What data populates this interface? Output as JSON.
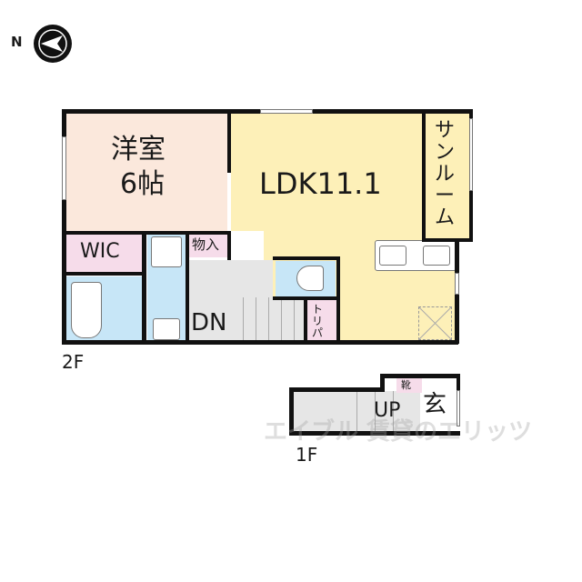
{
  "compass": {
    "label": "N",
    "icon": "north-arrow-icon"
  },
  "floor2": {
    "floor_label": "2F",
    "rooms": {
      "western_room": {
        "name": "洋室",
        "size": "6帖",
        "color": "#fbe8dc"
      },
      "ldk": {
        "name": "LDK11.1",
        "color": "#fdf0b8"
      },
      "sunroom": {
        "name": "サンルーム",
        "color": "#fdf0b8"
      },
      "wic": {
        "name": "WIC",
        "color": "#f6dcea"
      },
      "storage": {
        "name": "物入",
        "color": "#f6dcea"
      },
      "toilet_closet": {
        "name": "トリパ",
        "color": "#f6dcea"
      },
      "bath": {
        "color": "#c7e6f7"
      },
      "washroom": {
        "color": "#c7e6f7"
      },
      "toilet": {
        "color": "#c7e6f7"
      },
      "hall": {
        "color": "#e6e6e6"
      }
    },
    "stairs_label": "DN"
  },
  "floor1": {
    "floor_label": "1F",
    "stairs_label": "UP",
    "entrance": {
      "name": "玄"
    },
    "shoe_box": {
      "name": "靴",
      "color": "#f6dcea"
    }
  },
  "watermark": "エイブル 賃貸のエリッツ",
  "colors": {
    "wall": "#111111",
    "pink": "#f6dcea",
    "yellow": "#fdf0b8",
    "blue": "#c7e6f7",
    "gray": "#e6e6e6",
    "peach": "#fbe8dc"
  }
}
